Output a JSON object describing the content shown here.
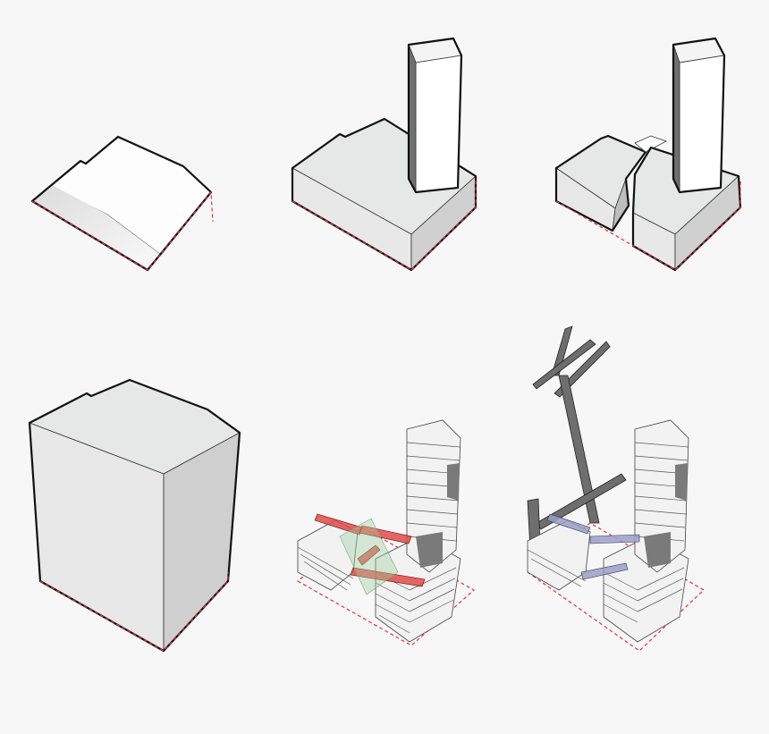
{
  "diagram": {
    "panels": [
      {
        "id": "site-terrain"
      },
      {
        "id": "podium-and-tower"
      },
      {
        "id": "split-podium-and-tower"
      },
      {
        "id": "full-envelope-block"
      },
      {
        "id": "stacked-slabs-with-red-circulation"
      },
      {
        "id": "stacked-slabs-with-structure-and-blue-circulation"
      }
    ],
    "colors": {
      "background": "#f7f7f7",
      "massing_light": "#e6e7e7",
      "massing_dark": "#cfcfcf",
      "site_boundary": "#e8313a",
      "circulation_red": "#e24a4a",
      "circulation_green": "#9fcf9f",
      "circulation_blue": "#9a9fc8",
      "structure": "#6e6e6e"
    }
  }
}
